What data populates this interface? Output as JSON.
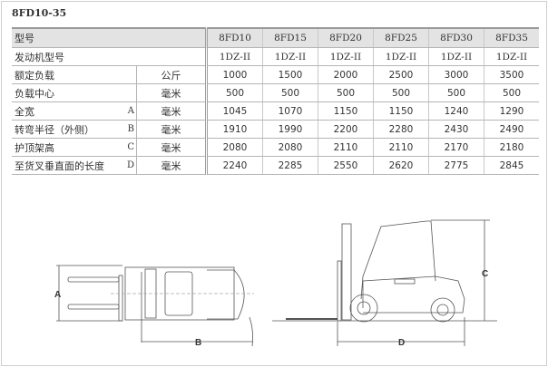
{
  "title": "8FD10-35",
  "table": {
    "header": {
      "label": "型号",
      "models": [
        "8FD10",
        "8FD15",
        "8FD20",
        "8FD25",
        "8FD30",
        "8FD35"
      ]
    },
    "engine": {
      "label": "发动机型号",
      "values": [
        "1DZ-II",
        "1DZ-II",
        "1DZ-II",
        "1DZ-II",
        "1DZ-II",
        "1DZ-II"
      ]
    },
    "rows": [
      {
        "label": "额定负载",
        "letter": "",
        "unit": "公斤",
        "values": [
          "1000",
          "1500",
          "2000",
          "2500",
          "3000",
          "3500"
        ]
      },
      {
        "label": "负载中心",
        "letter": "",
        "unit": "毫米",
        "values": [
          "500",
          "500",
          "500",
          "500",
          "500",
          "500"
        ]
      },
      {
        "label": "全宽",
        "letter": "A",
        "unit": "毫米",
        "values": [
          "1045",
          "1070",
          "1150",
          "1150",
          "1240",
          "1290"
        ]
      },
      {
        "label": "转弯半径（外侧）",
        "letter": "B",
        "unit": "毫米",
        "values": [
          "1910",
          "1990",
          "2200",
          "2280",
          "2430",
          "2490"
        ]
      },
      {
        "label": "护顶架高",
        "letter": "C",
        "unit": "毫米",
        "values": [
          "2080",
          "2080",
          "2110",
          "2110",
          "2170",
          "2180"
        ]
      },
      {
        "label": "至货叉垂直面的长度",
        "letter": "D",
        "unit": "毫米",
        "values": [
          "2240",
          "2285",
          "2550",
          "2620",
          "2775",
          "2845"
        ]
      }
    ]
  },
  "diagram": {
    "dim_a": "A",
    "dim_b": "B",
    "dim_c": "C",
    "dim_d": "D"
  }
}
